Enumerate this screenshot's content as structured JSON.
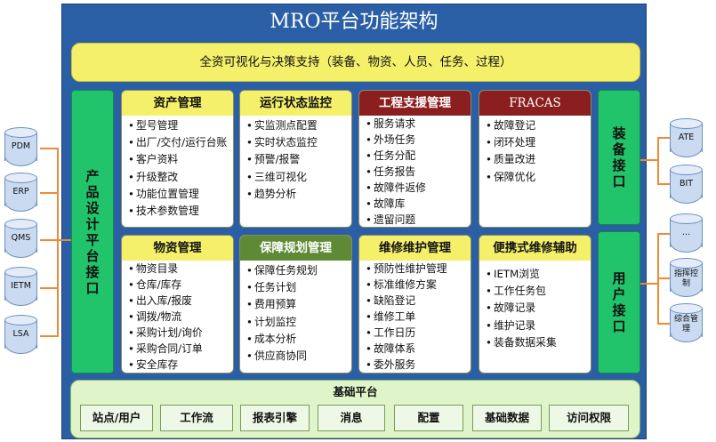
{
  "title": "MRO平台功能架构",
  "top_bar": "全资可视化与决策支持（装备、物资、人员、任务、过程）",
  "left_panel": "产品设计平台接口",
  "right_panels": [
    "装备接口",
    "用户接口"
  ],
  "modules": [
    {
      "title": "资产管理",
      "items": [
        "型号管理",
        "出厂/交付/运行台账",
        "客户资料",
        "升级整改",
        "功能位置管理",
        "技术参数管理"
      ]
    },
    {
      "title": "运行状态监控",
      "items": [
        "实监测点配置",
        "实时状态监控",
        "预警/报警",
        "三维可视化",
        "趋势分析"
      ]
    },
    {
      "title": "工程支援管理",
      "items": [
        "服务请求",
        "外场任务",
        "任务分配",
        "任务报告",
        "故障件返修",
        "故障库",
        "遗留问题"
      ]
    },
    {
      "title": "FRACAS",
      "items": [
        "故障登记",
        "闭环处理",
        "质量改进",
        "保障优化"
      ]
    },
    {
      "title": "物资管理",
      "items": [
        "物资目录",
        "仓库/库存",
        "出入库/报废",
        "调拨/物流",
        "采购计划/询价",
        "采购合同/订单",
        "安全库存"
      ]
    },
    {
      "title": "保障规划管理",
      "items": [
        "保障任务规划",
        "任务计划",
        "费用预算",
        "计划监控",
        "成本分析",
        "供应商协同"
      ]
    },
    {
      "title": "维修维护管理",
      "items": [
        "预防性维护管理",
        "标准维修方案",
        "缺陷登记",
        "维修工单",
        "工作日历",
        "故障体系",
        "委外服务"
      ]
    },
    {
      "title": "便携式维修辅助",
      "items": [
        "IETM浏览",
        "工作任务包",
        "故障记录",
        "维护记录",
        "装备数据采集"
      ]
    }
  ],
  "base_platform": {
    "title": "基础平台",
    "items": [
      "站点/用户",
      "工作流",
      "报表引擎",
      "消息",
      "配置",
      "基础数据",
      "访问权限"
    ]
  },
  "left_systems": [
    "PDM",
    "ERP",
    "QMS",
    "IETM",
    "LSA"
  ],
  "right_systems": [
    "ATE",
    "BIT",
    "…",
    "指挥控制",
    "综合管理"
  ]
}
